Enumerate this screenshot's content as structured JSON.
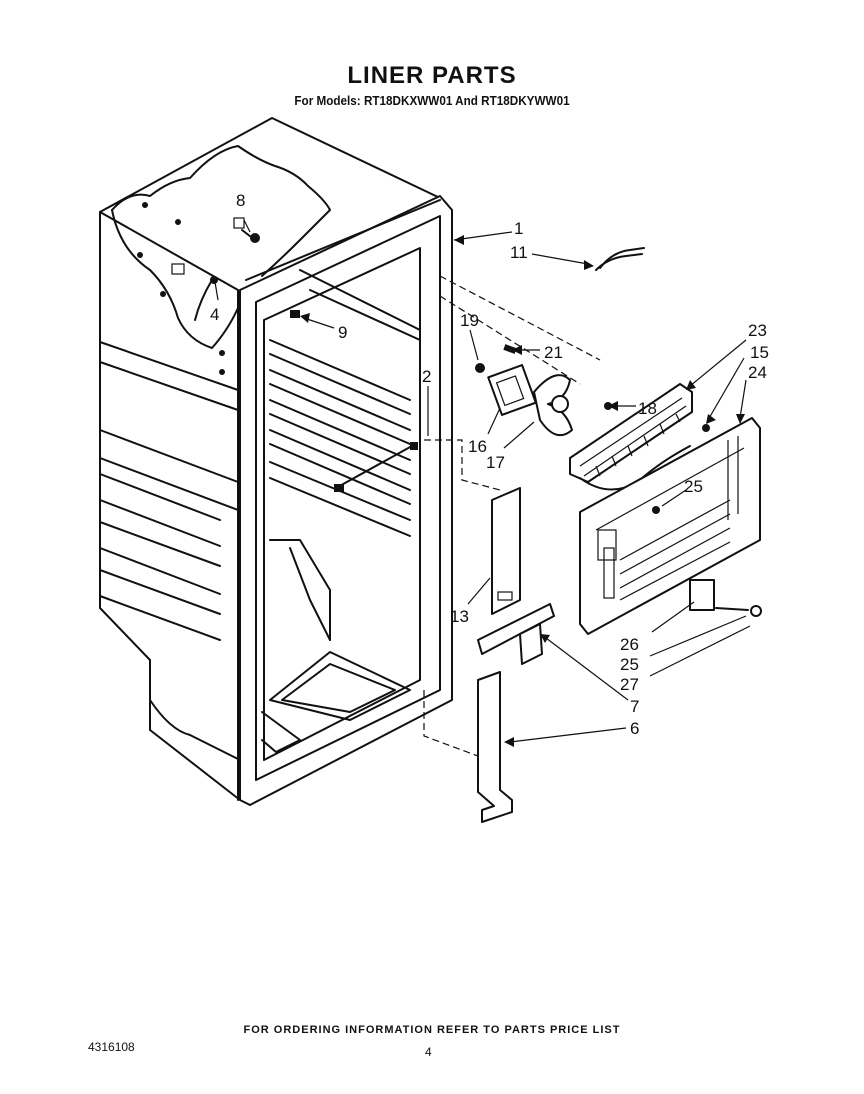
{
  "header": {
    "title": "LINER PARTS",
    "subtitle": "For Models: RT18DKXWW01 And RT18DKYWW01"
  },
  "footer": {
    "ordering_note": "FOR ORDERING INFORMATION REFER TO PARTS PRICE LIST",
    "document_number": "4316108",
    "page_number": "4"
  },
  "callouts": {
    "c1": "1",
    "c11": "11",
    "c8": "8",
    "c4": "4",
    "c9": "9",
    "c19": "19",
    "c21": "21",
    "c23": "23",
    "c15": "15",
    "c24": "24",
    "c2": "2",
    "c18": "18",
    "c16": "16",
    "c17": "17",
    "c25a": "25",
    "c13": "13",
    "c26": "26",
    "c25b": "25",
    "c27": "27",
    "c7": "7",
    "c6": "6"
  }
}
